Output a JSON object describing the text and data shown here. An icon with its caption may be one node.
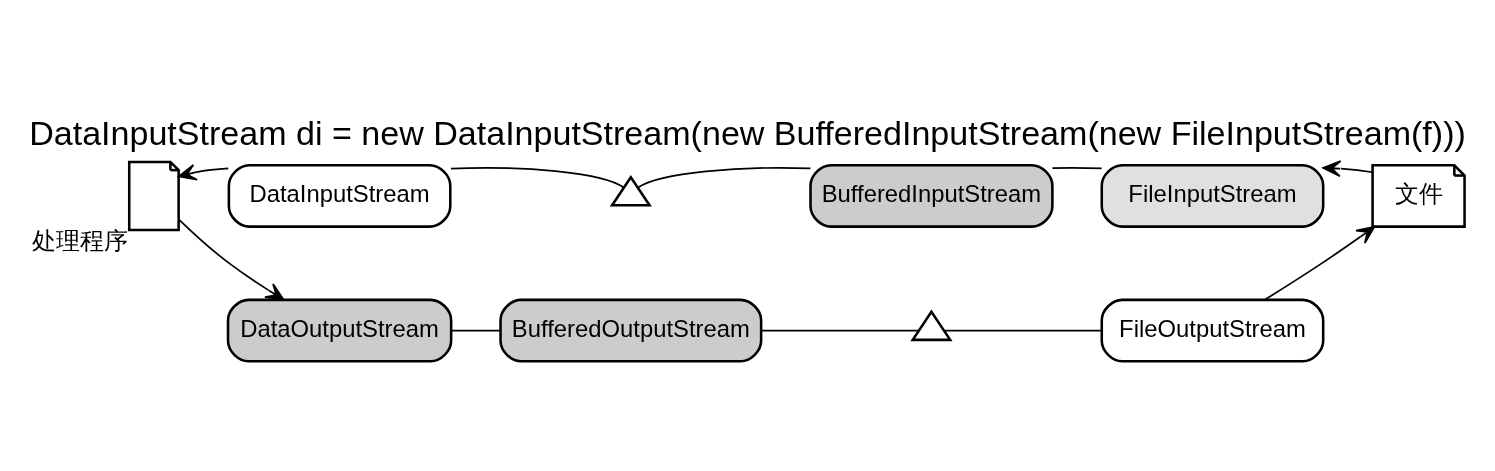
{
  "diagram": {
    "title": "DataInputStream di = new DataInputStream(new BufferedInputStream(new FileInputStream(f)))",
    "nodes": [
      {
        "text": [
          "DataInputStream"
        ]
      },
      {
        "text": [],
        "shape": "valve"
      },
      {
        "text": [
          "BufferedInputStream"
        ]
      },
      {
        "text": [
          "FileInputStream"
        ]
      },
      {
        "text": [],
        "shape": "document",
        "beside": [
          "处理程序"
        ]
      },
      {
        "text": [
          "文件"
        ]
      },
      {
        "text": [
          "DataOutputStream"
        ]
      },
      {
        "text": [
          "BufferedOutputStream"
        ]
      },
      {
        "text": [],
        "shape": "valve"
      },
      {
        "text": [
          "FileOutputStream"
        ]
      }
    ],
    "edges": [
      {
        "from": 5,
        "to": 3,
        "arrow": "to"
      },
      {
        "from": 3,
        "to": 2,
        "arrow": "none"
      },
      {
        "from": 2,
        "to": 1,
        "arrow": "none"
      },
      {
        "from": 1,
        "to": 0,
        "arrow": "none"
      },
      {
        "from": 0,
        "to": 4,
        "arrow": "to"
      },
      {
        "from": 4,
        "to": 6,
        "arrow": "to"
      },
      {
        "from": 6,
        "to": 7,
        "arrow": "none"
      },
      {
        "from": 7,
        "to": 8,
        "arrow": "none"
      },
      {
        "from": 8,
        "to": 9,
        "arrow": "none"
      },
      {
        "from": 9,
        "to": 5,
        "arrow": "to"
      }
    ]
  }
}
